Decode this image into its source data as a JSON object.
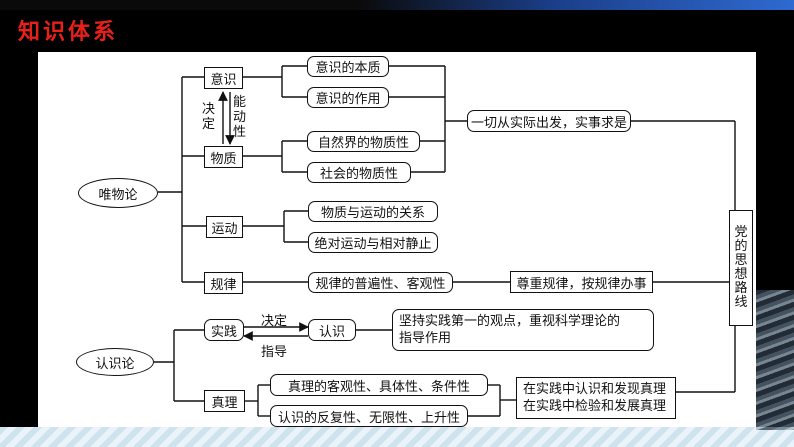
{
  "slide_title": "知识体系",
  "nodes": {
    "weiwulun": "唯物论",
    "yishi": "意识",
    "wuzhi": "物质",
    "yundong": "运动",
    "guilv": "规律",
    "yishi_benzhi": "意识的本质",
    "yishi_zuoyong": "意识的作用",
    "ziranjie": "自然界的物质性",
    "shehui": "社会的物质性",
    "wuzhi_yundong": "物质与运动的关系",
    "juedui": "绝对运动与相对静止",
    "guilv_pubian": "规律的普遍性、客观性",
    "zunzhong": "尊重规律，按规律办事",
    "yiqie": "一切从实际出发，实事求是",
    "dang": "党的思想路线",
    "renshilun": "认识论",
    "shijian": "实践",
    "renshi": "认识",
    "jianchi_1": "坚持实践第一的观点，重视科学理论的",
    "jianchi_2": "指导作用",
    "zhenli": "真理",
    "zhenli_ke": "真理的客观性、具体性、条件性",
    "renshi_fan": "认识的反复性、无限性、上升性",
    "zaishijian_1": "在实践中认识和发现真理",
    "zaishijian_2": "在实践中检验和发展真理"
  },
  "labels": {
    "jueding_v": "决定",
    "nengdong_v": "能动性",
    "jueding_h": "决定",
    "zhidao": "指导"
  }
}
